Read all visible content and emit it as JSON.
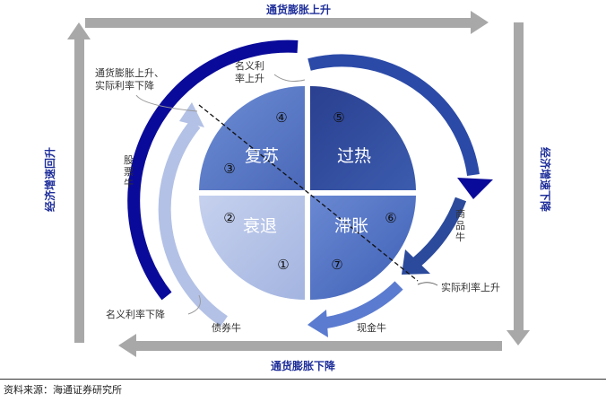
{
  "axes": {
    "top": "通货膨胀上升",
    "bottom": "通货膨胀下降",
    "left": "经济增速回升",
    "right": "经济增速下降"
  },
  "quadrants": {
    "recovery": "复苏",
    "overheat": "过热",
    "stagflation": "滞胀",
    "recession": "衰退"
  },
  "numbers": [
    "①",
    "②",
    "③",
    "④",
    "⑤",
    "⑥",
    "⑦"
  ],
  "annotations": {
    "inflation_up_real_down_1": "通货膨胀上升、",
    "inflation_up_real_down_2": "实际利率下降",
    "nominal_up_1": "名义利",
    "nominal_up_2": "率上升",
    "real_up": "实际利率上升",
    "nominal_down": "名义利率下降",
    "stock": [
      "股",
      "票",
      "牛"
    ],
    "commodity": [
      "商",
      "品",
      "牛"
    ],
    "cash": "现金牛",
    "bond": "债券牛"
  },
  "source": "资料来源：海通证券研究所",
  "colors": {
    "navy": "#0a0a9a",
    "overheat": "#2b4a9c",
    "recovery": "#5a7cc9",
    "stagflation": "#4f6fc2",
    "recession": "#b9c6e8",
    "gray": "#a8a8a8"
  }
}
